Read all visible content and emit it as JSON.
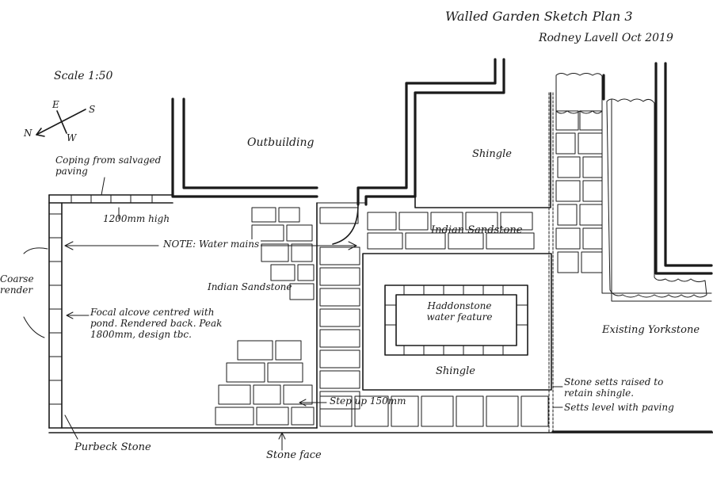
{
  "title": "Walled Garden Sketch Plan 3",
  "author_date": "Rodney Lavell  Oct 2019",
  "scale": "Scale 1:50",
  "compass": {
    "n": "N",
    "e": "E",
    "s": "S",
    "w": "W"
  },
  "labels": {
    "outbuilding": "Outbuilding",
    "shingle_top": "Shingle",
    "coping": "Coping from salvaged paving",
    "wall_height": "1200mm high",
    "indian_sandstone_right": "Indian Sandstone",
    "water_mains": "NOTE: Water mains",
    "coarse_render": "Coarse render",
    "indian_sandstone_left": "Indian Sandstone",
    "haddonstone": "Haddonstone water feature",
    "focal_alcove": "Focal alcove centred with pond. Rendered back. Peak 1800mm, design tbc.",
    "existing_yorkstone": "Existing Yorkstone",
    "shingle_bottom": "Shingle",
    "stone_setts_raised": "Stone setts raised to retain shingle.",
    "step_up": "Step up 150mm",
    "setts_level": "Setts level with paving",
    "purbeck": "Purbeck Stone",
    "stone_face": "Stone face"
  }
}
